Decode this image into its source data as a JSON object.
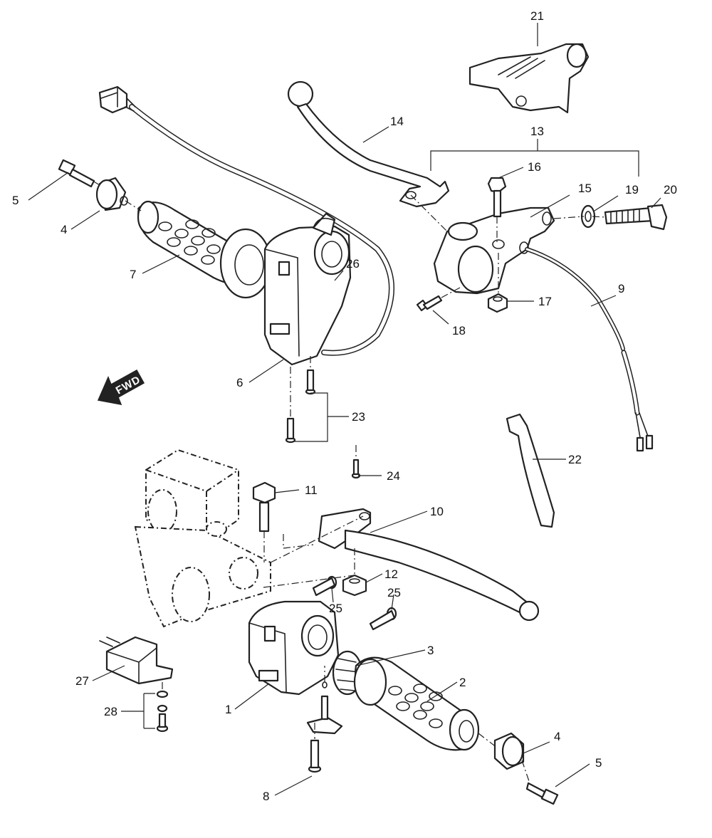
{
  "callouts": [
    {
      "id": "c21",
      "label": "21"
    },
    {
      "id": "c14",
      "label": "14"
    },
    {
      "id": "c13",
      "label": "13"
    },
    {
      "id": "c16",
      "label": "16"
    },
    {
      "id": "c15",
      "label": "15"
    },
    {
      "id": "c19",
      "label": "19"
    },
    {
      "id": "c20",
      "label": "20"
    },
    {
      "id": "c5a",
      "label": "5"
    },
    {
      "id": "c4a",
      "label": "4"
    },
    {
      "id": "c7",
      "label": "7"
    },
    {
      "id": "c26",
      "label": "26"
    },
    {
      "id": "c9",
      "label": "9"
    },
    {
      "id": "c17",
      "label": "17"
    },
    {
      "id": "c18",
      "label": "18"
    },
    {
      "id": "c6",
      "label": "6"
    },
    {
      "id": "c23",
      "label": "23"
    },
    {
      "id": "c22",
      "label": "22"
    },
    {
      "id": "c24",
      "label": "24"
    },
    {
      "id": "c11",
      "label": "11"
    },
    {
      "id": "c10",
      "label": "10"
    },
    {
      "id": "c12",
      "label": "12"
    },
    {
      "id": "c25a",
      "label": "25"
    },
    {
      "id": "c25b",
      "label": "25"
    },
    {
      "id": "c3",
      "label": "3"
    },
    {
      "id": "c2",
      "label": "2"
    },
    {
      "id": "c27",
      "label": "27"
    },
    {
      "id": "c28",
      "label": "28"
    },
    {
      "id": "c1",
      "label": "1"
    },
    {
      "id": "c4b",
      "label": "4"
    },
    {
      "id": "c5b",
      "label": "5"
    },
    {
      "id": "c8",
      "label": "8"
    }
  ],
  "direction_arrow": {
    "label": "FWD"
  },
  "colors": {
    "line": "#222222",
    "background": "#ffffff"
  }
}
